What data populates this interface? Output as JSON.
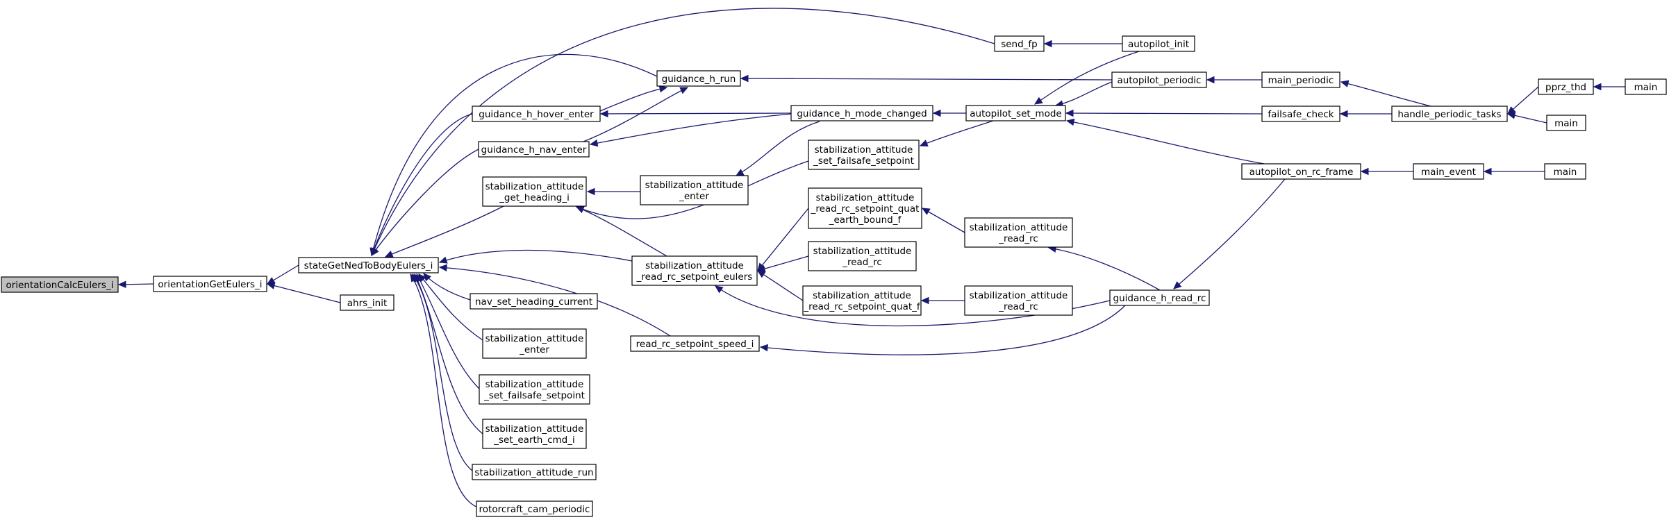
{
  "diagram": {
    "kind": "call-graph",
    "edge_color": "#191970",
    "root_fill": "#bfbfbf",
    "nodes": [
      {
        "id": "orientationCalcEulers_i",
        "lines": [
          "orientationCalcEulers_i"
        ],
        "root": true
      },
      {
        "id": "orientationGetEulers_i",
        "lines": [
          "orientationGetEulers_i"
        ]
      },
      {
        "id": "stateGetNedToBodyEulers_i",
        "lines": [
          "stateGetNedToBodyEulers_i"
        ]
      },
      {
        "id": "ahrs_init",
        "lines": [
          "ahrs_init"
        ]
      },
      {
        "id": "send_fp",
        "lines": [
          "send_fp"
        ]
      },
      {
        "id": "guidance_h_run",
        "lines": [
          "guidance_h_run"
        ]
      },
      {
        "id": "guidance_h_hover_enter",
        "lines": [
          "guidance_h_hover_enter"
        ]
      },
      {
        "id": "guidance_h_nav_enter",
        "lines": [
          "guidance_h_nav_enter"
        ]
      },
      {
        "id": "sa_get_heading_i",
        "lines": [
          "stabilization_attitude",
          "_get_heading_i"
        ]
      },
      {
        "id": "sa_read_rc_setpoint_eulers",
        "lines": [
          "stabilization_attitude",
          "_read_rc_setpoint_eulers"
        ]
      },
      {
        "id": "nav_set_heading_current",
        "lines": [
          "nav_set_heading_current"
        ]
      },
      {
        "id": "sa_enter_left",
        "lines": [
          "stabilization_attitude",
          "_enter"
        ]
      },
      {
        "id": "sa_set_failsafe_setpoint_left",
        "lines": [
          "stabilization_attitude",
          "_set_failsafe_setpoint"
        ]
      },
      {
        "id": "sa_set_earth_cmd_i",
        "lines": [
          "stabilization_attitude",
          "_set_earth_cmd_i"
        ]
      },
      {
        "id": "stabilization_attitude_run",
        "lines": [
          "stabilization_attitude_run"
        ]
      },
      {
        "id": "rotorcraft_cam_periodic",
        "lines": [
          "rotorcraft_cam_periodic"
        ]
      },
      {
        "id": "read_rc_setpoint_speed_i",
        "lines": [
          "read_rc_setpoint_speed_i"
        ]
      },
      {
        "id": "sa_enter_mid",
        "lines": [
          "stabilization_attitude",
          "_enter"
        ]
      },
      {
        "id": "guidance_h_mode_changed",
        "lines": [
          "guidance_h_mode_changed"
        ]
      },
      {
        "id": "sa_set_failsafe_setpoint_mid",
        "lines": [
          "stabilization_attitude",
          "_set_failsafe_setpoint"
        ]
      },
      {
        "id": "sa_read_rc_setpoint_quat_earth_bound_f",
        "lines": [
          "stabilization_attitude",
          "_read_rc_setpoint_quat",
          "_earth_bound_f"
        ]
      },
      {
        "id": "sa_read_rc_mid",
        "lines": [
          "stabilization_attitude",
          "_read_rc"
        ]
      },
      {
        "id": "sa_read_rc_setpoint_quat_f",
        "lines": [
          "stabilization_attitude",
          "_read_rc_setpoint_quat_f"
        ]
      },
      {
        "id": "autopilot_set_mode",
        "lines": [
          "autopilot_set_mode"
        ]
      },
      {
        "id": "sa_read_rc_right_top",
        "lines": [
          "stabilization_attitude",
          "_read_rc"
        ]
      },
      {
        "id": "sa_read_rc_right_bottom",
        "lines": [
          "stabilization_attitude",
          "_read_rc"
        ]
      },
      {
        "id": "autopilot_init",
        "lines": [
          "autopilot_init"
        ]
      },
      {
        "id": "autopilot_periodic",
        "lines": [
          "autopilot_periodic"
        ]
      },
      {
        "id": "guidance_h_read_rc",
        "lines": [
          "guidance_h_read_rc"
        ]
      },
      {
        "id": "failsafe_check",
        "lines": [
          "failsafe_check"
        ]
      },
      {
        "id": "autopilot_on_rc_frame",
        "lines": [
          "autopilot_on_rc_frame"
        ]
      },
      {
        "id": "main_periodic",
        "lines": [
          "main_periodic"
        ]
      },
      {
        "id": "main_event",
        "lines": [
          "main_event"
        ]
      },
      {
        "id": "handle_periodic_tasks",
        "lines": [
          "handle_periodic_tasks"
        ]
      },
      {
        "id": "pprz_thd",
        "lines": [
          "pprz_thd"
        ]
      },
      {
        "id": "main_1",
        "lines": [
          "main"
        ]
      },
      {
        "id": "main_2",
        "lines": [
          "main"
        ]
      },
      {
        "id": "main_3",
        "lines": [
          "main"
        ]
      }
    ],
    "edges": [
      {
        "from": "orientationGetEulers_i",
        "to": "orientationCalcEulers_i"
      },
      {
        "from": "stateGetNedToBodyEulers_i",
        "to": "orientationGetEulers_i"
      },
      {
        "from": "ahrs_init",
        "to": "orientationGetEulers_i"
      },
      {
        "from": "send_fp",
        "to": "stateGetNedToBodyEulers_i"
      },
      {
        "from": "guidance_h_run",
        "to": "stateGetNedToBodyEulers_i"
      },
      {
        "from": "guidance_h_hover_enter",
        "to": "stateGetNedToBodyEulers_i"
      },
      {
        "from": "guidance_h_nav_enter",
        "to": "stateGetNedToBodyEulers_i"
      },
      {
        "from": "sa_get_heading_i",
        "to": "stateGetNedToBodyEulers_i"
      },
      {
        "from": "sa_read_rc_setpoint_eulers",
        "to": "stateGetNedToBodyEulers_i"
      },
      {
        "from": "read_rc_setpoint_speed_i",
        "to": "stateGetNedToBodyEulers_i"
      },
      {
        "from": "nav_set_heading_current",
        "to": "stateGetNedToBodyEulers_i"
      },
      {
        "from": "sa_enter_left",
        "to": "stateGetNedToBodyEulers_i"
      },
      {
        "from": "sa_set_failsafe_setpoint_left",
        "to": "stateGetNedToBodyEulers_i"
      },
      {
        "from": "sa_set_earth_cmd_i",
        "to": "stateGetNedToBodyEulers_i"
      },
      {
        "from": "stabilization_attitude_run",
        "to": "stateGetNedToBodyEulers_i"
      },
      {
        "from": "rotorcraft_cam_periodic",
        "to": "stateGetNedToBodyEulers_i"
      },
      {
        "from": "autopilot_init",
        "to": "send_fp"
      },
      {
        "from": "autopilot_periodic",
        "to": "guidance_h_run"
      },
      {
        "from": "guidance_h_mode_changed",
        "to": "guidance_h_hover_enter"
      },
      {
        "from": "guidance_h_mode_changed",
        "to": "guidance_h_nav_enter"
      },
      {
        "from": "guidance_h_nav_enter",
        "to": "guidance_h_run"
      },
      {
        "from": "guidance_h_hover_enter",
        "to": "guidance_h_run"
      },
      {
        "from": "sa_enter_mid",
        "to": "sa_get_heading_i"
      },
      {
        "from": "sa_set_failsafe_setpoint_mid",
        "to": "sa_get_heading_i"
      },
      {
        "from": "sa_read_rc_setpoint_eulers",
        "to": "sa_get_heading_i"
      },
      {
        "from": "sa_read_rc_setpoint_quat_earth_bound_f",
        "to": "sa_read_rc_setpoint_eulers"
      },
      {
        "from": "sa_read_rc_mid",
        "to": "sa_read_rc_setpoint_eulers"
      },
      {
        "from": "sa_read_rc_setpoint_quat_f",
        "to": "sa_read_rc_setpoint_eulers"
      },
      {
        "from": "guidance_h_read_rc",
        "to": "sa_read_rc_setpoint_eulers"
      },
      {
        "from": "guidance_h_read_rc",
        "to": "read_rc_setpoint_speed_i"
      },
      {
        "from": "guidance_h_mode_changed",
        "to": "sa_enter_mid"
      },
      {
        "from": "autopilot_set_mode",
        "to": "guidance_h_mode_changed"
      },
      {
        "from": "autopilot_set_mode",
        "to": "sa_set_failsafe_setpoint_mid"
      },
      {
        "from": "sa_read_rc_right_top",
        "to": "sa_read_rc_setpoint_quat_earth_bound_f"
      },
      {
        "from": "sa_read_rc_right_bottom",
        "to": "sa_read_rc_setpoint_quat_f"
      },
      {
        "from": "guidance_h_read_rc",
        "to": "sa_read_rc_right_top"
      },
      {
        "from": "autopilot_init",
        "to": "autopilot_set_mode"
      },
      {
        "from": "autopilot_periodic",
        "to": "autopilot_set_mode"
      },
      {
        "from": "failsafe_check",
        "to": "autopilot_set_mode"
      },
      {
        "from": "autopilot_on_rc_frame",
        "to": "autopilot_set_mode"
      },
      {
        "from": "autopilot_on_rc_frame",
        "to": "guidance_h_read_rc"
      },
      {
        "from": "main_periodic",
        "to": "autopilot_periodic"
      },
      {
        "from": "handle_periodic_tasks",
        "to": "main_periodic"
      },
      {
        "from": "handle_periodic_tasks",
        "to": "failsafe_check"
      },
      {
        "from": "main_event",
        "to": "autopilot_on_rc_frame"
      },
      {
        "from": "main_3",
        "to": "main_event"
      },
      {
        "from": "pprz_thd",
        "to": "handle_periodic_tasks"
      },
      {
        "from": "main_2",
        "to": "handle_periodic_tasks"
      },
      {
        "from": "main_1",
        "to": "pprz_thd"
      }
    ]
  }
}
